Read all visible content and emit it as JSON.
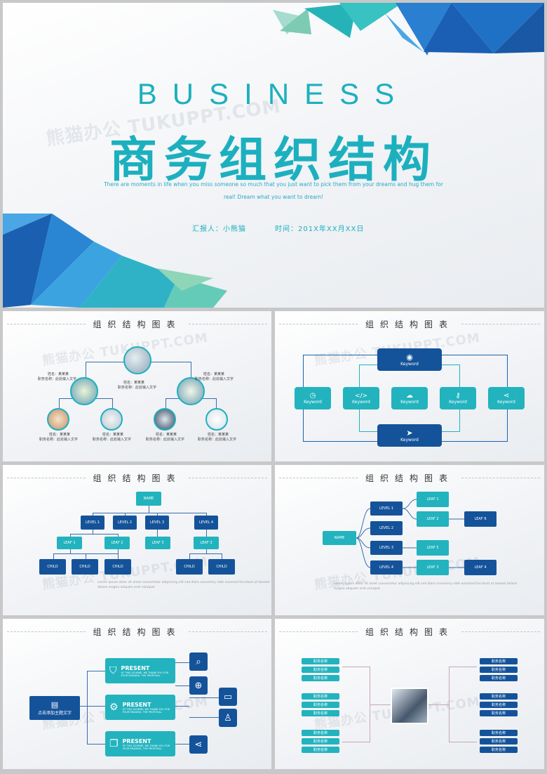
{
  "cover": {
    "title_en": "BUSINESS",
    "title_cn": "商务组织结构",
    "subtitle_line1": "There are moments in life when you miss someone so much that you just want to pick them from your dreams and hug them for",
    "subtitle_line2": "real!  Dream what you want to dream!",
    "reporter": "汇报人：小熊猫",
    "time": "时间：201X年XX月XX日",
    "watermark": "熊猫办公 TUKUPPT.COM"
  },
  "slide_title": "组织结构图表",
  "s1": {
    "name": "姓名：某某某",
    "role": "职务名称：此处输入文字"
  },
  "s2": {
    "keyword": "Keyword"
  },
  "s3": {
    "root": "NAME",
    "levels": [
      "LEVEL 1",
      "LEVEL 2",
      "LEVEL 3",
      "LEVEL 4"
    ],
    "leaves": [
      "LEAF 1",
      "LEAF 2",
      "LEAF 3",
      "LEAF 3"
    ],
    "child": "CHILD",
    "body_text": "Lorem ipsum dolor sit amet consectetur adipiscing elit sed diam nonummy nibh euismod tincidunt ut laoreet dolore magna aliquam erat volutpat"
  },
  "s4": {
    "root": "NAME",
    "levels": [
      "LEVEL 1",
      "LEVEL 2",
      "LEVEL 3",
      "LEVEL 4"
    ],
    "leaves": [
      "LEAF 1",
      "LEAF 2",
      "LEAF 5",
      "LEAF 3"
    ],
    "leaf_right": [
      "LEAF 6",
      "LEAF 4"
    ]
  },
  "s5": {
    "main": "点击添加主题文字",
    "present": "PRESENT",
    "present_text": "OF THIS SCHEME, WE THANK YOU FOR YOUR READING. THE PROPOSAL"
  },
  "s6": {
    "role_box": "职务名称"
  },
  "colors": {
    "teal": "#22b3be",
    "navy": "#14539a",
    "title_teal": "#1cb0bf"
  }
}
